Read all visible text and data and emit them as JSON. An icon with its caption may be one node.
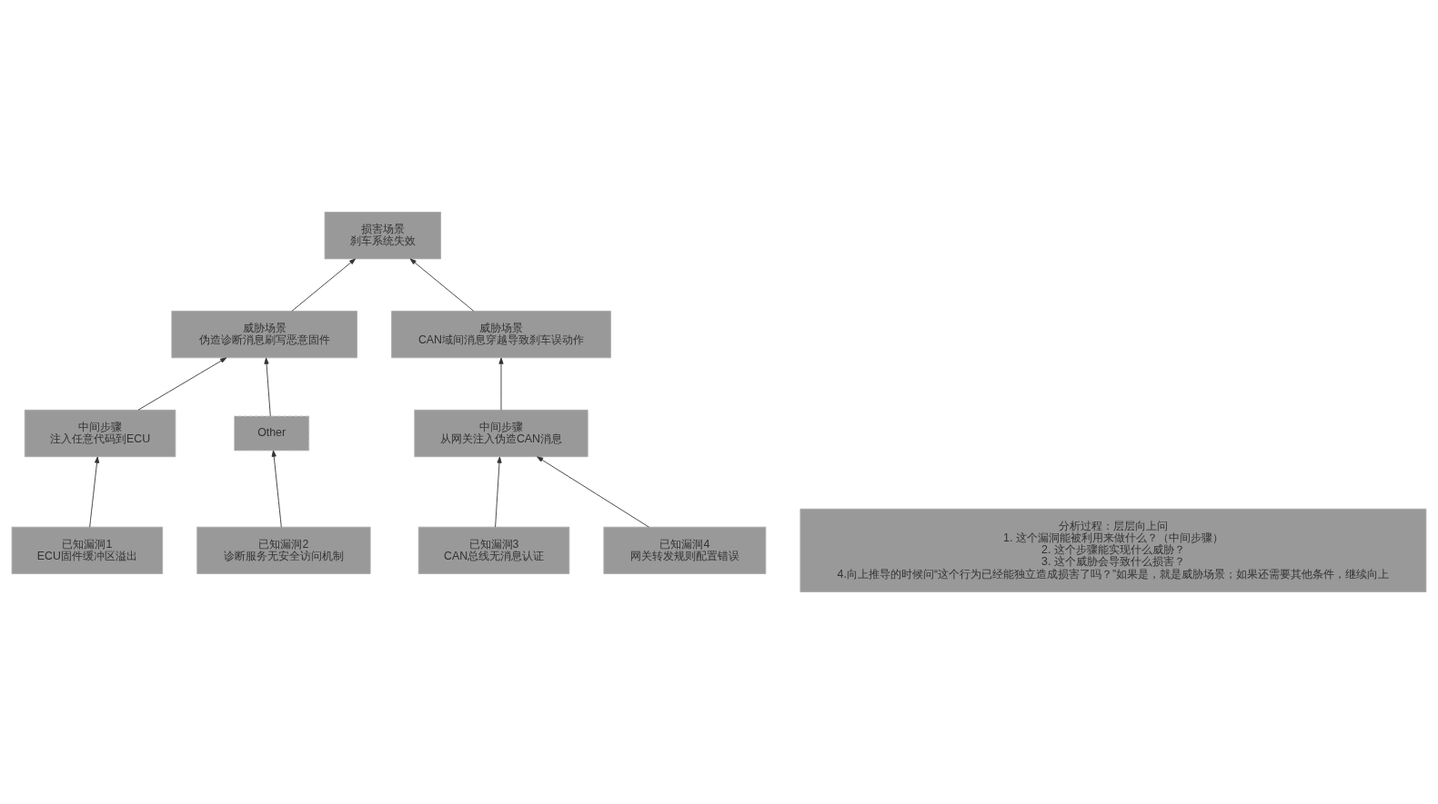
{
  "diagram": {
    "nodes": [
      {
        "text": [
          "损害场景",
          "刹车系统失效"
        ]
      },
      {
        "text": [
          "威胁场景",
          "伪造诊断消息刷写恶意固件"
        ]
      },
      {
        "text": [
          "威胁场景",
          "CAN域间消息穿越导致刹车误动作"
        ]
      },
      {
        "text": [
          "中间步骤",
          "注入任意代码到ECU"
        ]
      },
      {
        "text": [
          "Other"
        ]
      },
      {
        "text": [
          "中间步骤",
          "从网关注入伪造CAN消息"
        ]
      },
      {
        "text": [
          "已知漏洞1",
          "ECU固件缓冲区溢出"
        ]
      },
      {
        "text": [
          "已知漏洞2",
          "诊断服务无安全访问机制"
        ]
      },
      {
        "text": [
          "已知漏洞3",
          "CAN总线无消息认证"
        ]
      },
      {
        "text": [
          "已知漏洞4",
          "网关转发规则配置错误"
        ]
      },
      {
        "text": [
          "分析过程：层层向上问",
          "1. 这个漏洞能被利用来做什么？（中间步骤）",
          "2. 这个步骤能实现什么威胁？",
          "3. 这个威胁会导致什么损害？",
          "4.向上推导的时候问“这个行为已经能独立造成损害了吗？”如果是，就是威胁场景；如果还需要其他条件，继续向上"
        ]
      }
    ],
    "edges": [
      {
        "from": 1,
        "to": 0,
        "arrow": "to"
      },
      {
        "from": 2,
        "to": 0,
        "arrow": "to"
      },
      {
        "from": 3,
        "to": 1,
        "arrow": "to"
      },
      {
        "from": 4,
        "to": 1,
        "arrow": "to"
      },
      {
        "from": 5,
        "to": 2,
        "arrow": "to"
      },
      {
        "from": 6,
        "to": 3,
        "arrow": "to"
      },
      {
        "from": 7,
        "to": 4,
        "arrow": "to"
      },
      {
        "from": 8,
        "to": 5,
        "arrow": "to"
      },
      {
        "from": 9,
        "to": 5,
        "arrow": "to"
      }
    ]
  }
}
